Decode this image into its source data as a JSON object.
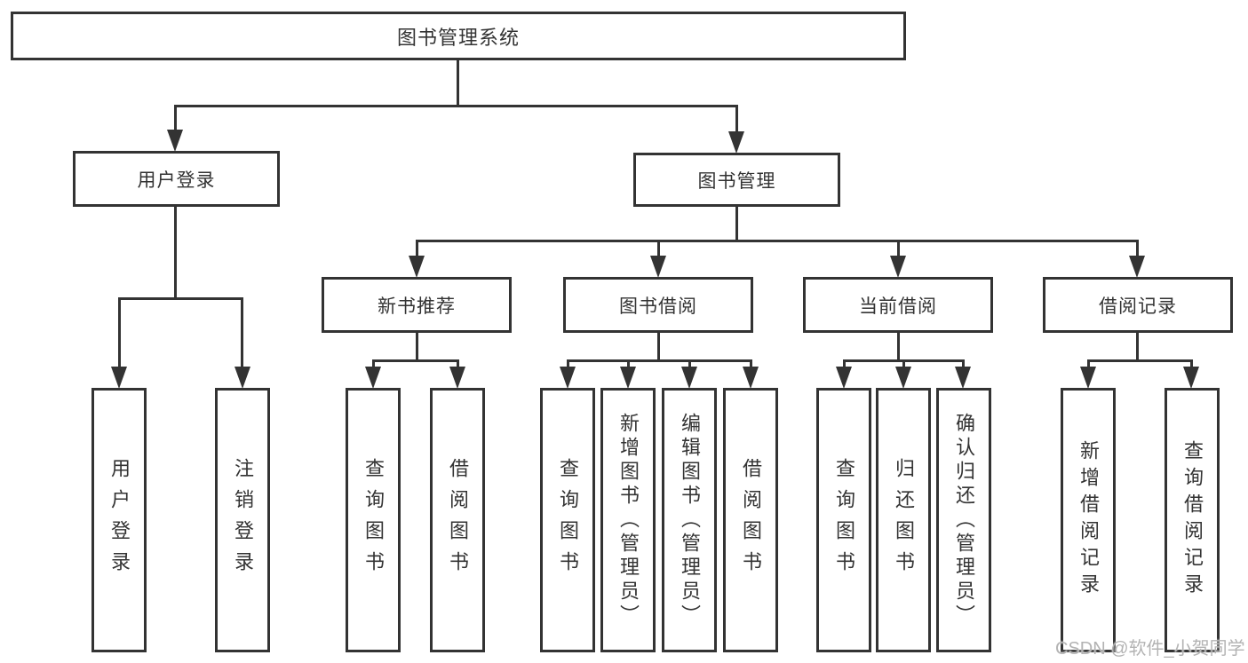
{
  "colors": {
    "line": "#333333",
    "text": "#333333",
    "background": "#ffffff",
    "watermark": "#b3b3b3"
  },
  "watermark": {
    "text": "CSDN @软件_小贺同学"
  },
  "tree": {
    "label": "图书管理系统",
    "children": [
      {
        "label": "用户登录",
        "children": [
          {
            "label": "用户登录"
          },
          {
            "label": "注销登录"
          }
        ]
      },
      {
        "label": "图书管理",
        "children": [
          {
            "label": "新书推荐",
            "children": [
              {
                "label": "查询图书"
              },
              {
                "label": "借阅图书"
              }
            ]
          },
          {
            "label": "图书借阅",
            "children": [
              {
                "label": "查询图书"
              },
              {
                "label": "新增图书（管理员）"
              },
              {
                "label": "编辑图书（管理员）"
              },
              {
                "label": "借阅图书"
              }
            ]
          },
          {
            "label": "当前借阅",
            "children": [
              {
                "label": "查询图书"
              },
              {
                "label": "归还图书"
              },
              {
                "label": "确认归还（管理员）"
              }
            ]
          },
          {
            "label": "借阅记录",
            "children": [
              {
                "label": "新增借阅记录"
              },
              {
                "label": "查询借阅记录"
              }
            ]
          }
        ]
      }
    ]
  }
}
